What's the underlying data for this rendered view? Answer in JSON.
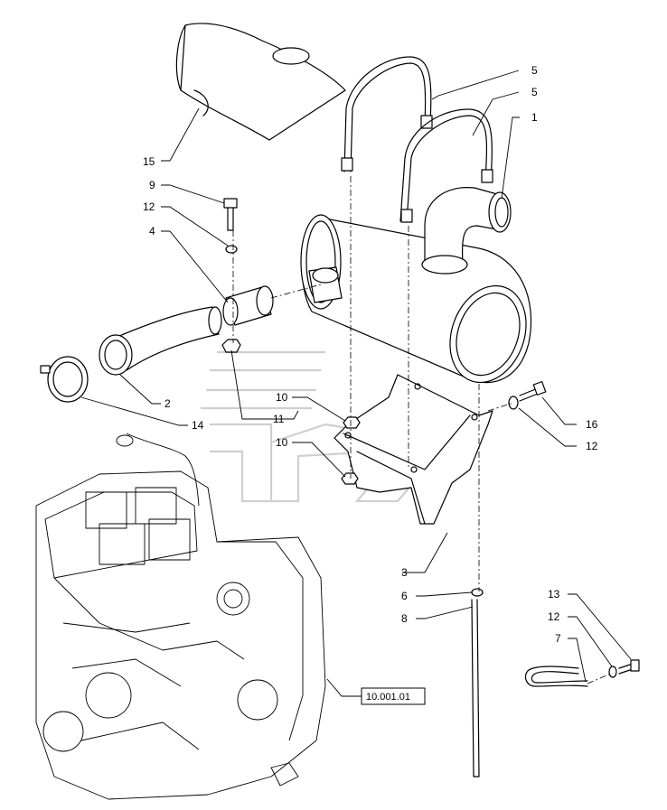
{
  "callouts": {
    "c1": "1",
    "c2": "2",
    "c3": "3",
    "c4": "4",
    "c5a": "5",
    "c5b": "5",
    "c6": "6",
    "c7": "7",
    "c8": "8",
    "c9": "9",
    "c10a": "10",
    "c10b": "10",
    "c11": "11",
    "c12a": "12",
    "c12b": "12",
    "c12c": "12",
    "c13": "13",
    "c14": "14",
    "c15": "15",
    "c16": "16"
  },
  "reference": {
    "label": "10.001.01"
  }
}
